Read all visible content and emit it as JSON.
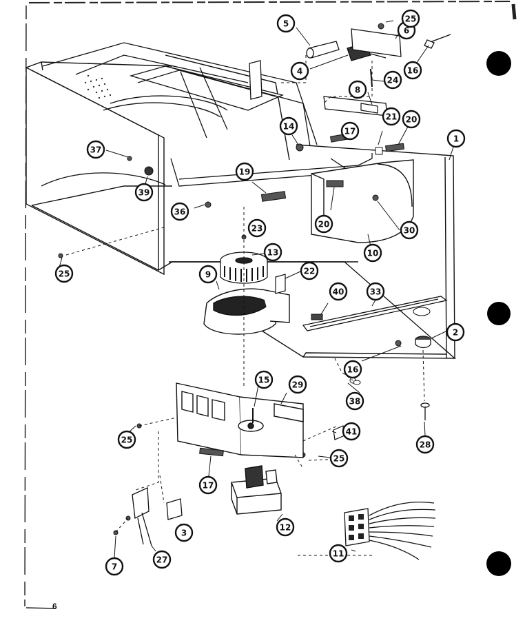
{
  "page_number": "6",
  "callouts": [
    {
      "id": "c1",
      "text": "1"
    },
    {
      "id": "c2",
      "text": "2"
    },
    {
      "id": "c3",
      "text": "3"
    },
    {
      "id": "c4",
      "text": "4"
    },
    {
      "id": "c5",
      "text": "5"
    },
    {
      "id": "c6",
      "text": "6"
    },
    {
      "id": "c7",
      "text": "7"
    },
    {
      "id": "c8",
      "text": "8"
    },
    {
      "id": "c9",
      "text": "9"
    },
    {
      "id": "c10",
      "text": "10"
    },
    {
      "id": "c11",
      "text": "11"
    },
    {
      "id": "c12",
      "text": "12"
    },
    {
      "id": "c13",
      "text": "13"
    },
    {
      "id": "c14",
      "text": "14"
    },
    {
      "id": "c15",
      "text": "15"
    },
    {
      "id": "c16a",
      "text": "16"
    },
    {
      "id": "c16b",
      "text": "16"
    },
    {
      "id": "c17a",
      "text": "17"
    },
    {
      "id": "c17b",
      "text": "17"
    },
    {
      "id": "c19",
      "text": "19"
    },
    {
      "id": "c20a",
      "text": "20"
    },
    {
      "id": "c20b",
      "text": "20"
    },
    {
      "id": "c21",
      "text": "21"
    },
    {
      "id": "c22",
      "text": "22"
    },
    {
      "id": "c23",
      "text": "23"
    },
    {
      "id": "c24",
      "text": "24"
    },
    {
      "id": "c25a",
      "text": "25"
    },
    {
      "id": "c25b",
      "text": "25"
    },
    {
      "id": "c25c",
      "text": "25"
    },
    {
      "id": "c25d",
      "text": "25"
    },
    {
      "id": "c27",
      "text": "27"
    },
    {
      "id": "c28",
      "text": "28"
    },
    {
      "id": "c29",
      "text": "29"
    },
    {
      "id": "c30",
      "text": "30"
    },
    {
      "id": "c33",
      "text": "33"
    },
    {
      "id": "c36",
      "text": "36"
    },
    {
      "id": "c37",
      "text": "37"
    },
    {
      "id": "c38",
      "text": "38"
    },
    {
      "id": "c39",
      "text": "39"
    },
    {
      "id": "c40",
      "text": "40"
    },
    {
      "id": "c41",
      "text": "41"
    }
  ]
}
